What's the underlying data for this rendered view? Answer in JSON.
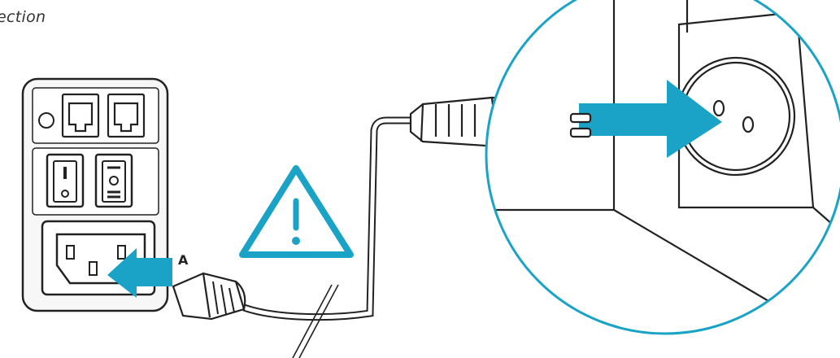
{
  "heading": "ection",
  "callout_a": "A",
  "panel_switch_i": "I",
  "panel_switch_o": "O",
  "colors": {
    "accent": "#1aa3c7",
    "outline": "#222222",
    "panel_fill": "#f7f7f7",
    "arrow": "#1aa3c7"
  },
  "icons": [
    "warning-triangle-icon",
    "arrow-into-socket-icon",
    "arrow-into-inlet-icon",
    "wall-socket-icon",
    "power-plug-icon"
  ]
}
